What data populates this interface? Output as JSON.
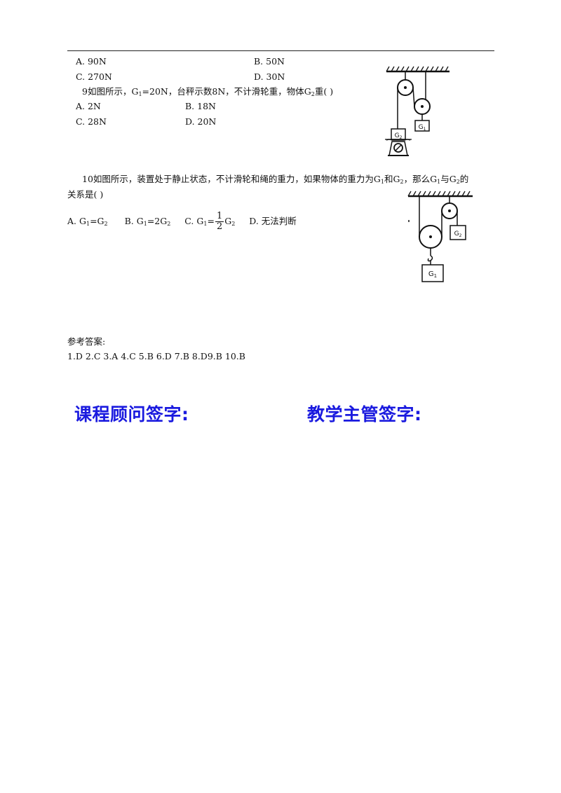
{
  "q8_options": {
    "a": "A. 90N",
    "b": "B. 50N",
    "c": "C. 270N",
    "d": "D. 30N"
  },
  "q9": {
    "stem_pre": "9如图所示，G",
    "stem_sub": "1",
    "stem_post": "=20N，台秤示数8N，不计滑轮重，物体G",
    "stem_sub2": "2",
    "stem_end": "重( )",
    "a": "A. 2N",
    "b": "B. 18N",
    "c": "C. 28N",
    "d": "D. 20N",
    "fig_label_g1": "G",
    "fig_label_g1_sub": "1",
    "fig_label_g2": "G",
    "fig_label_g2_sub": "2"
  },
  "q10": {
    "stem_line1_pre": "10如图所示，装置处于静止状态，不计滑轮和绳的重力，如果物体的重力为G",
    "sub1": "1",
    "mid1": "和G",
    "sub2": "2",
    "mid2": "，那么G",
    "sub3": "1",
    "mid3": "与G",
    "sub4": "2",
    "end1": "的",
    "stem_line2": "关系是( )",
    "a_pre": "A. G",
    "a_sub1": "1",
    "a_mid": "=G",
    "a_sub2": "2",
    "b_pre": "B. G",
    "b_sub1": "1",
    "b_mid": "=2G",
    "b_sub2": "2",
    "c_pre": "C. G",
    "c_sub1": "1",
    "c_mid": "=",
    "c_num": "1",
    "c_den": "2",
    "c_g": "G",
    "c_sub2": "2",
    "d": "D. 无法判断",
    "fig_label_g1": "G",
    "fig_label_g1_sub": "1",
    "fig_label_g2": "G",
    "fig_label_g2_sub": "2"
  },
  "answers": {
    "heading": "参考答案:",
    "list": "1.D 2.C 3.A 4.C 5.B 6.D 7.B 8.D9.B 10.B"
  },
  "signatures": {
    "course_advisor": "课程顾问签字:",
    "teaching_supervisor": "教学主管签字:"
  }
}
